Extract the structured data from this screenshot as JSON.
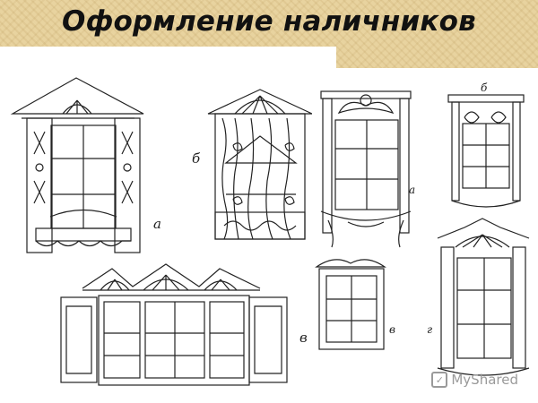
{
  "slide": {
    "title": "Оформление наличников"
  },
  "figure_left": {
    "labels": {
      "a": "а",
      "b": "б",
      "v": "в"
    }
  },
  "figure_right": {
    "labels": {
      "a": "а",
      "b": "б",
      "v": "в",
      "g": "г"
    }
  },
  "watermark": {
    "text": "MyShared",
    "icon": "myshared-logo-icon"
  }
}
